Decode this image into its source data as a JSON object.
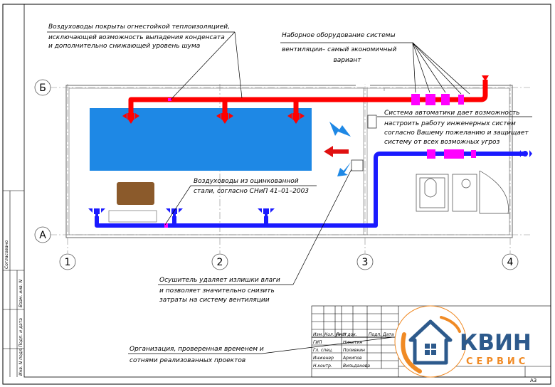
{
  "axes": {
    "rows": [
      "Б",
      "А"
    ],
    "columns": [
      "1",
      "2",
      "3",
      "4"
    ]
  },
  "annotations": {
    "insulation": [
      "Воздуховоды покрыты огнестойкой теплоизоляцией,",
      "исключающей возможность выпадения конденсата",
      "и дополнительно снижающей уровень шума"
    ],
    "equipment": [
      "Наборное оборудование системы",
      "вентиляции– самый экономичный",
      "вариант"
    ],
    "automation": [
      "Система автоматики дает возможность",
      "настроить работу инженерных систем",
      "согласно Вашему пожеланию и защищает",
      "систему от всех возможных угроз"
    ],
    "galvanized": [
      "Воздуховоды из оцинкованной",
      "стали, согласно СНиП 41–01–2003"
    ],
    "dehumidifier": [
      "Осушитель удаляет излишки влаги",
      "и позволяет значительно снизить",
      "затраты на систему вентиляции"
    ],
    "organization": [
      "Организация, проверенная временем и",
      "сотнями реализованных проектов"
    ]
  },
  "title_block": {
    "header": [
      "Изм.",
      "Кол. уч",
      "Лист",
      "N док.",
      "Подп.",
      "Дата"
    ],
    "roles": [
      "ГИП",
      "Гл. спец.",
      "Инженер",
      "Н.контр."
    ],
    "names": [
      "Никитин",
      "Поливкин",
      "Архипов",
      "Вильданова"
    ],
    "sheet_format": "А3"
  },
  "side_stamp": {
    "agreed": "Согласовано",
    "fields": [
      "Взам. инв. N",
      "Подп. и дата",
      "Инв. N подл."
    ]
  },
  "logo": {
    "name": "КВИН",
    "subtitle": "СЕРВИС"
  },
  "colors": {
    "supply_duct": "#ff0000",
    "exhaust_duct": "#1a1aff",
    "equipment_section": "#ff00ff",
    "ceiling_diffuser_area": "#1e88e5",
    "furniture": "#8b5a2b",
    "logo_orange": "#f08a24",
    "logo_blue": "#2d5a8c"
  }
}
